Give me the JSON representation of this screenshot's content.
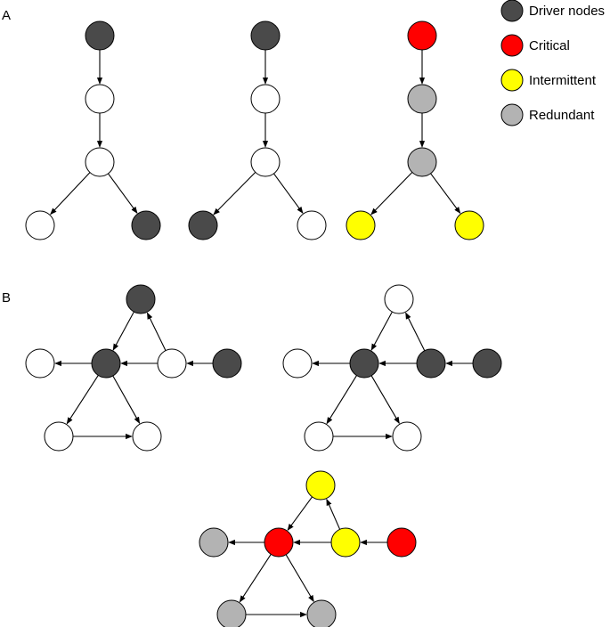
{
  "colors": {
    "driver": "#4a4a4a",
    "critical": "#ff0000",
    "intermittent": "#ffff00",
    "redundant": "#b3b3b3",
    "plain": "#ffffff"
  },
  "panels": {
    "a_label": "A",
    "b_label": "B"
  },
  "legend": {
    "items": [
      {
        "key": "driver",
        "label": "Driver nodes"
      },
      {
        "key": "critical",
        "label": "Critical"
      },
      {
        "key": "intermittent",
        "label": "Intermittent"
      },
      {
        "key": "redundant",
        "label": "Redundant"
      }
    ]
  },
  "graphs": [
    {
      "name": "graph-a1",
      "nodes": [
        "driver",
        "plain",
        "plain",
        "plain",
        "driver"
      ]
    },
    {
      "name": "graph-a2",
      "nodes": [
        "driver",
        "plain",
        "plain",
        "driver",
        "plain"
      ]
    },
    {
      "name": "graph-a3",
      "nodes": [
        "critical",
        "redundant",
        "redundant",
        "intermittent",
        "intermittent"
      ]
    },
    {
      "name": "graph-b1",
      "nodes": [
        "driver",
        "plain",
        "driver",
        "plain",
        "driver",
        "plain",
        "plain"
      ]
    },
    {
      "name": "graph-b2",
      "nodes": [
        "plain",
        "plain",
        "driver",
        "driver",
        "driver",
        "plain",
        "plain"
      ]
    },
    {
      "name": "graph-b3",
      "nodes": [
        "intermittent",
        "redundant",
        "critical",
        "intermittent",
        "critical",
        "redundant",
        "redundant"
      ]
    }
  ]
}
